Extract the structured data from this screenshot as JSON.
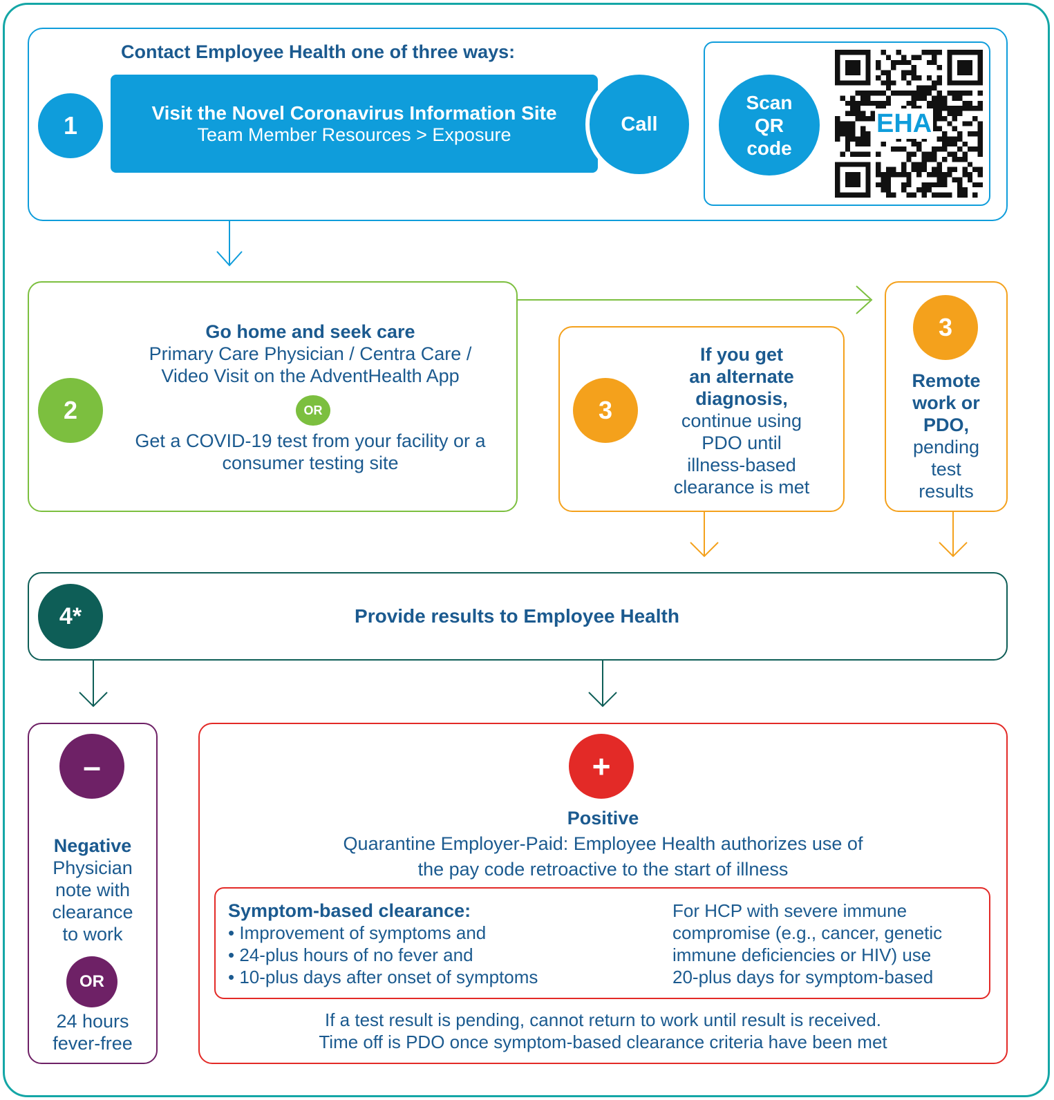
{
  "contact": {
    "heading": "Contact Employee Health one of three ways:",
    "step": "1",
    "site_title": "Visit the Novel Coronavirus Information Site",
    "site_path": "Team Member Resources > Exposure",
    "call": "Call",
    "scan_line1": "Scan",
    "scan_line2": "QR",
    "scan_line3": "code",
    "qr_label": "EHA"
  },
  "care": {
    "step": "2",
    "title": "Go home and seek care",
    "line1": "Primary Care Physician / Centra Care /",
    "line2": "Video Visit on the AdventHealth App",
    "or": "OR",
    "line3": "Get a COVID-19 test from your facility or a",
    "line4": "consumer testing site"
  },
  "alternate": {
    "step": "3",
    "bold1": "If you get",
    "bold2": "an alternate",
    "bold3": "diagnosis,",
    "line1": "continue using",
    "line2": "PDO until",
    "line3": "illness-based",
    "line4": "clearance is met"
  },
  "remote": {
    "step": "3",
    "bold1": "Remote",
    "bold2": "work or",
    "bold3": "PDO,",
    "line1": "pending",
    "line2": "test",
    "line3": "results"
  },
  "results": {
    "step": "4*",
    "text": "Provide results to Employee Health"
  },
  "negative": {
    "symbol": "–",
    "title": "Negative",
    "line1": "Physician",
    "line2": "note with",
    "line3": "clearance",
    "line4": "to work",
    "or": "OR",
    "line5": "24 hours",
    "line6": "fever-free"
  },
  "positive": {
    "symbol": "+",
    "title": "Positive",
    "line1": "Quarantine Employer-Paid: Employee Health authorizes use of",
    "line2": "the pay code retroactive to the start of illness",
    "clearance_title": "Symptom-based clearance:",
    "bullets": [
      "• Improvement of symptoms and",
      "• 24-plus hours of no fever and",
      "• 10-plus days after onset of symptoms"
    ],
    "hcp1": "For HCP with severe immune",
    "hcp2": "compromise (e.g., cancer, genetic",
    "hcp3": "immune deficiencies or HIV) use",
    "hcp4": "20-plus days for symptom-based",
    "footer1": "If a test result is pending, cannot return to work until result is received.",
    "footer2": "Time off is PDO once symptom-based clearance criteria have been met"
  },
  "colors": {
    "teal": "#14a6a6",
    "blue": "#0f9ddb",
    "navy": "#1b5a8f",
    "green": "#7cbf3f",
    "orange": "#f4a11c",
    "dark_teal": "#0e5e57",
    "purple": "#6e2166",
    "red": "#e32a27"
  }
}
